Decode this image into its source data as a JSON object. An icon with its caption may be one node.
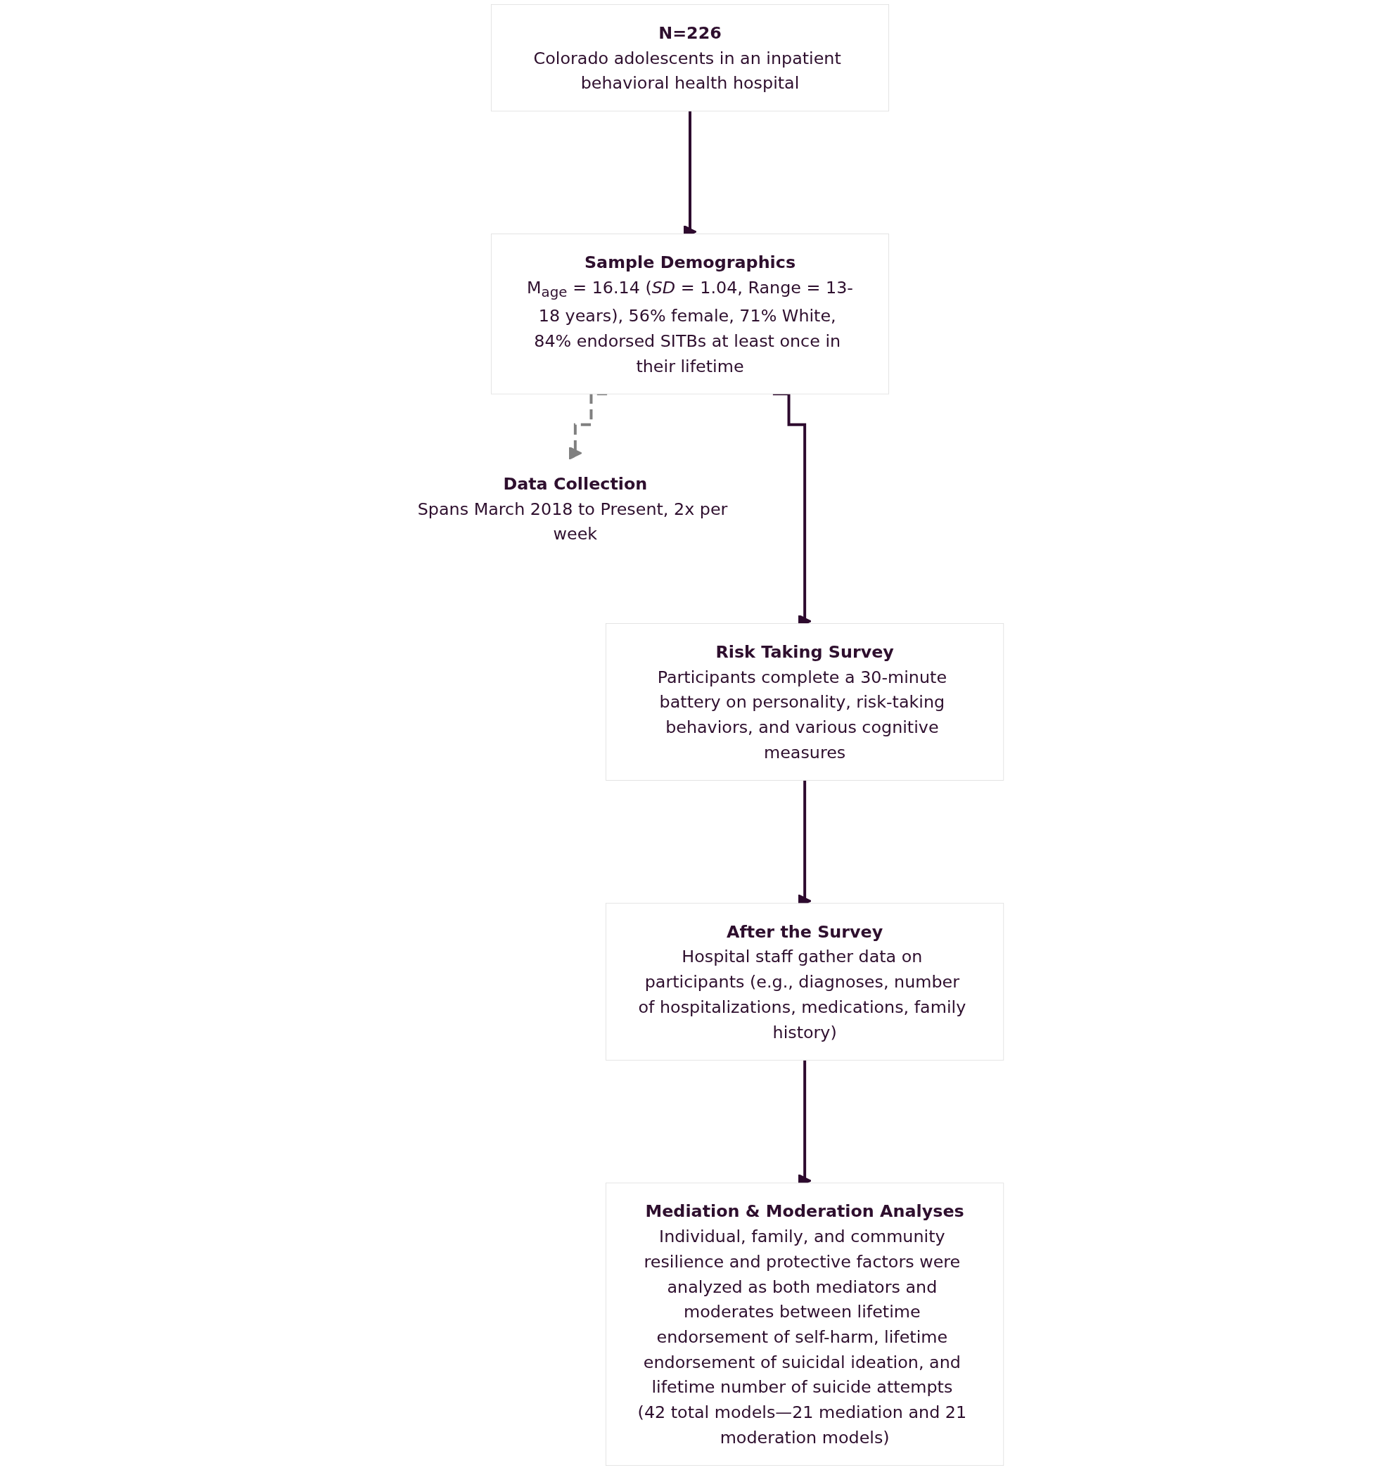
{
  "diagram": {
    "nodes": [
      {
        "text": [
          "N=226",
          "Colorado adolescents in an inpatient behavioral health hospital"
        ]
      },
      {
        "text": [
          "Sample Demographics",
          "M$_{age}$ = 16.14 (*SD* = 1.04, Range = 13-18 years), 56% female, 71% White, 84% endorsed SITBs at least once in their lifetime"
        ]
      },
      {
        "text": [
          "Data Collection",
          "Spans March 2018 to Present, 2x per week"
        ]
      },
      {
        "text": [
          "Risk Taking Survey",
          "Participants complete a 30-minute battery on personality, risk-taking behaviors, and various cognitive measures"
        ]
      },
      {
        "text": [
          "After the Survey",
          "Hospital staff gather data on participants (e.g., diagnoses, number of hospitalizations, medications, family history)"
        ]
      },
      {
        "text": [
          "Mediation & Moderation Analyses",
          "Individual, family, and community resilience and protective factors were analyzed as both mediators and moderates between lifetime endorsement of self-harm, lifetime endorsement of suicidal ideation, and lifetime number of suicide attempts (42 total models—21 mediation and 21 moderation models)"
        ]
      }
    ],
    "edges": [
      {
        "from": 0,
        "to": 1,
        "arrow": "to"
      },
      {
        "from": 1,
        "to": 2,
        "arrow": "to",
        "style": "dashed",
        "color": "#808080"
      },
      {
        "from": 1,
        "to": 3,
        "arrow": "to"
      },
      {
        "from": 3,
        "to": 4,
        "arrow": "to"
      },
      {
        "from": 4,
        "to": 5,
        "arrow": "to"
      }
    ]
  }
}
